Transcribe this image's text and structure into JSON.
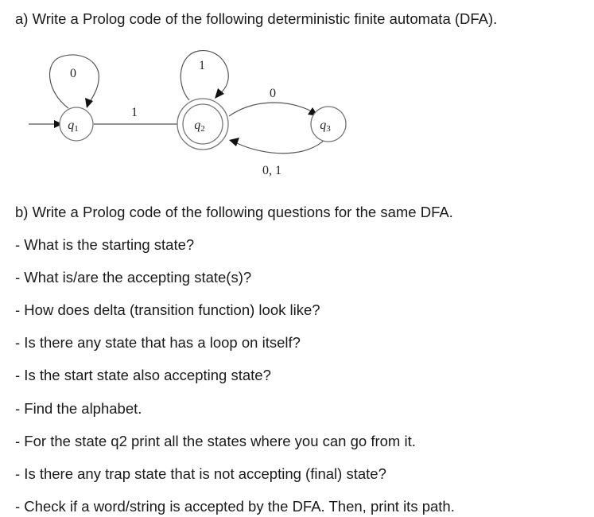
{
  "part_a": {
    "title": "a) Write a Prolog code of the following deterministic finite automata (DFA)."
  },
  "dfa": {
    "states": {
      "q1": {
        "name": "q",
        "sub": "1"
      },
      "q2": {
        "name": "q",
        "sub": "2"
      },
      "q3": {
        "name": "q",
        "sub": "3"
      }
    },
    "labels": {
      "q1_loop": "0",
      "q1_to_q2": "1",
      "q2_loop": "1",
      "q2_to_q3": "0",
      "q3_to_q2": "0, 1"
    }
  },
  "part_b": {
    "title": "b) Write a Prolog code of the following questions for the same DFA.",
    "questions": [
      "- What is the starting state?",
      "- What is/are the accepting state(s)?",
      "- How does delta (transition function) look like?",
      "- Is there any state that has a loop on itself?",
      "- Is the start state also accepting state?",
      "- Find the alphabet.",
      "- For the state q2 print all the states where you can go from it.",
      "- Is there any trap state that is not accepting (final) state?",
      "- Check if a word/string is accepted by the DFA. Then, print its path."
    ]
  }
}
